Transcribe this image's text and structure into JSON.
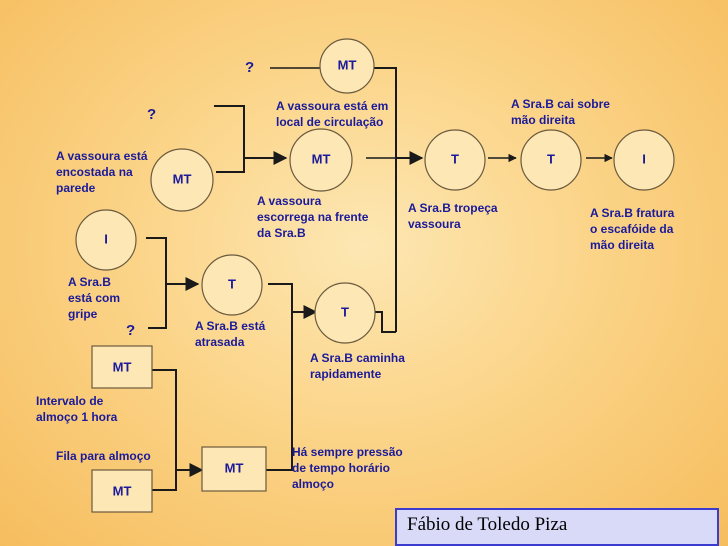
{
  "nodes": {
    "mt_top": "MT",
    "mt_left": "MT",
    "mt_center": "MT",
    "t_tropeca": "T",
    "t_cai": "T",
    "i_fratura": "I",
    "i_gripe": "I",
    "t_atrasada": "T",
    "t_caminha": "T",
    "mt_intervalo": "MT",
    "mt_fila_merge": "MT",
    "mt_bottom": "MT"
  },
  "unknowns": {
    "q_top": "?",
    "q_left": "?",
    "q_mid": "?"
  },
  "labels": {
    "vassoura_circulacao": [
      "A vassoura está em",
      "local de circulação"
    ],
    "vassoura_encostada": [
      "A vassoura está",
      "encostada na",
      "parede"
    ],
    "vassoura_escorrega": [
      "A vassoura",
      "escorrega na frente",
      "da Sra.B"
    ],
    "tropeca": [
      "A Sra.B tropeça",
      "vassoura"
    ],
    "cai": [
      "A Sra.B cai sobre",
      "mão direita"
    ],
    "fratura": [
      "A Sra.B fratura",
      "o escafóide da",
      "mão direita"
    ],
    "gripe": [
      "A Sra.B",
      "está com",
      "gripe"
    ],
    "atrasada": [
      "A Sra.B está",
      "atrasada"
    ],
    "caminha": [
      "A Sra.B caminha",
      "rapidamente"
    ],
    "intervalo": [
      "Intervalo de",
      "almoço 1 hora"
    ],
    "fila": [
      "Fila para almoço"
    ],
    "pressao": [
      "Há sempre pressão",
      "de tempo horário",
      "almoço"
    ]
  },
  "author": "Fábio de Toledo Piza",
  "colors": {
    "text": "#1a1a9a",
    "node_fill": "#fde7b5",
    "author_box": "#d8daf7",
    "author_border": "#3b3bd0"
  }
}
